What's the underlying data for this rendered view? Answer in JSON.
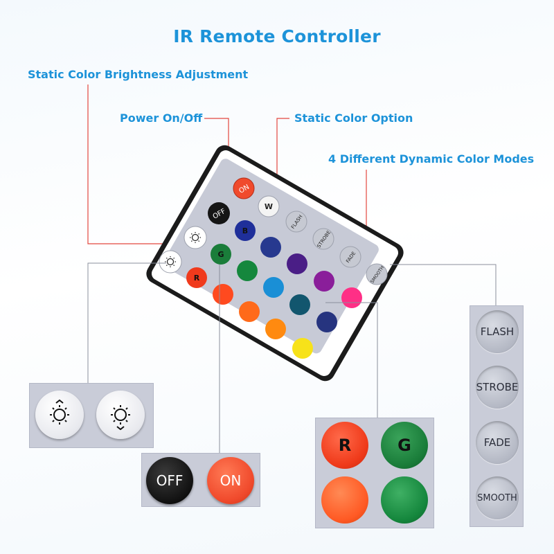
{
  "title": "IR Remote Controller",
  "labels": {
    "brightness": "Static Color Brightness Adjustment",
    "power": "Power On/Off",
    "static_color": "Static Color Option",
    "dynamic_modes": "4 Different Dynamic Color Modes"
  },
  "remote": {
    "on": "ON",
    "off": "OFF",
    "w": "W",
    "r": "R",
    "g": "G",
    "b": "B",
    "modes": [
      "FLASH",
      "STROBE",
      "FADE",
      "SMOOTH"
    ]
  },
  "zoom_power": {
    "off": "OFF",
    "on": "ON"
  },
  "zoom_rgb": {
    "r": "R",
    "g": "G"
  },
  "zoom_modes": [
    "FLASH",
    "STROBE",
    "FADE",
    "SMOOTH"
  ],
  "colors": {
    "accent": "#1d93d9",
    "leader_red": "#e3463e",
    "leader_gray": "#8a8f9c",
    "on_red": "#f04a2c",
    "off_black": "#151515",
    "green": "#1a7d3a",
    "orange": "#ff5a24",
    "purple": "#6d1f88",
    "pink": "#ff2f86",
    "yellow": "#f7e21a"
  }
}
